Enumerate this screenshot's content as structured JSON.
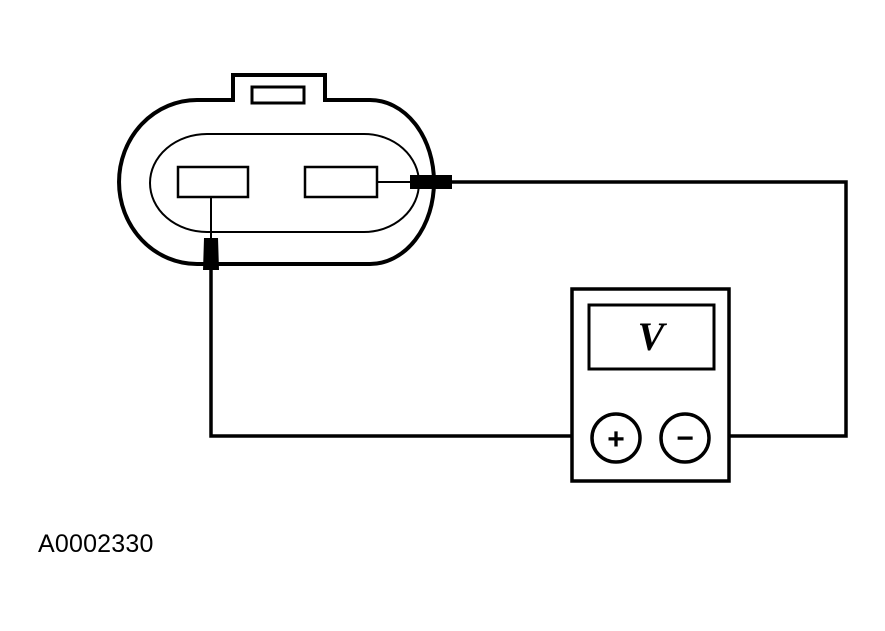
{
  "diagram": {
    "figure_id": "A0002330",
    "meter_display": "V",
    "positive_terminal": "+",
    "negative_terminal": "−"
  },
  "colors": {
    "line": "#000000",
    "background": "#ffffff"
  },
  "icons": {
    "connector": "two-pin-connector",
    "meter": "voltmeter",
    "probe": "test-probe"
  }
}
